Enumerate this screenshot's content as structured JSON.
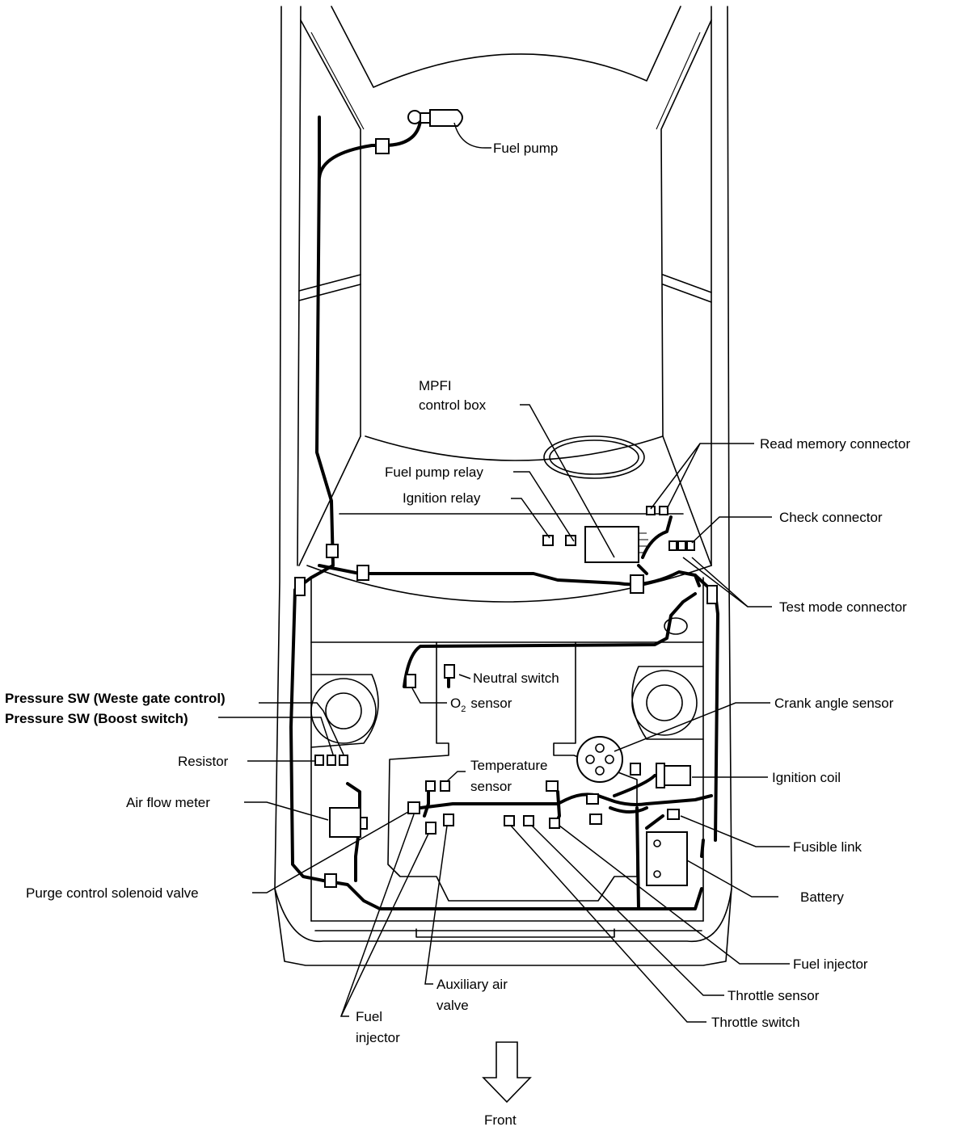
{
  "labels": {
    "fuel_pump": "Fuel pump",
    "mpfi_line1": "MPFI",
    "mpfi_line2": "control box",
    "read_memory_connector": "Read memory connector",
    "fuel_pump_relay": "Fuel pump relay",
    "ignition_relay": "Ignition relay",
    "check_connector": "Check connector",
    "test_mode_connector": "Test mode connector",
    "neutral_switch": "Neutral switch",
    "o2_sensor_prefix": "O",
    "o2_sensor_sub": "2",
    "o2_sensor_suffix": "sensor",
    "pressure_sw_waste": "Pressure SW (Weste gate control)",
    "pressure_sw_boost": "Pressure SW (Boost switch)",
    "crank_angle_sensor": "Crank angle sensor",
    "resistor": "Resistor",
    "temperature_line1": "Temperature",
    "temperature_line2": "sensor",
    "ignition_coil": "Ignition coil",
    "air_flow_meter": "Air flow meter",
    "fusible_link": "Fusible link",
    "purge_control": "Purge control solenoid valve",
    "battery": "Battery",
    "fuel_injector_right": "Fuel injector",
    "auxiliary_line1": "Auxiliary air",
    "auxiliary_line2": "valve",
    "throttle_sensor": "Throttle sensor",
    "fuel_injector_left_line1": "Fuel",
    "fuel_injector_left_line2": "injector",
    "throttle_switch": "Throttle switch",
    "front": "Front"
  }
}
